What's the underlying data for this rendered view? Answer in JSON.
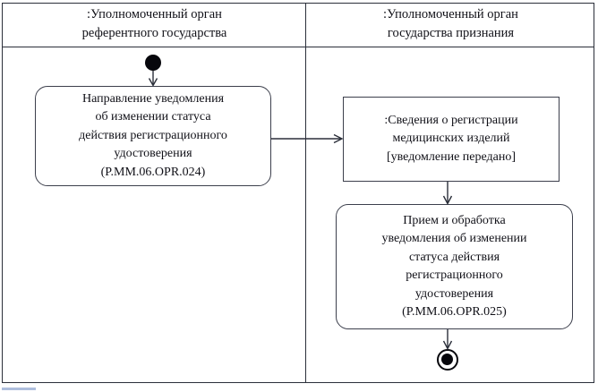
{
  "diagram": {
    "type": "uml-activity-diagram",
    "lanes": [
      {
        "id": "reference-state",
        "title": ":Уполномоченный орган референтного государства",
        "title_line1": ":Уполномоченный орган",
        "title_line2": "референтного государства"
      },
      {
        "id": "recognition-state",
        "title": ":Уполномоченный орган государства признания",
        "title_line1": ":Уполномоченный орган",
        "title_line2": "государства признания"
      }
    ],
    "nodes": {
      "initial": {
        "kind": "initial-node",
        "lane": "reference-state"
      },
      "activity_send": {
        "kind": "activity",
        "lane": "reference-state",
        "text": "Направление уведомления об изменении статуса действия регистрационного удостоверения (P.MM.06.OPR.024)",
        "lines": [
          "Направление уведомления",
          "об изменении статуса",
          "действия регистрационного",
          "удостоверения",
          "(P.MM.06.OPR.024)"
        ],
        "code": "P.MM.06.OPR.024"
      },
      "object_info": {
        "kind": "object-node",
        "lane": "recognition-state",
        "text": ":Сведения о регистрации медицинских изделий [уведомление передано]",
        "lines": [
          ":Сведения о регистрации",
          "медицинских изделий",
          "[уведомление передано]"
        ],
        "state": "[уведомление передано]"
      },
      "activity_receive": {
        "kind": "activity",
        "lane": "recognition-state",
        "text": "Прием и обработка уведомления об изменении статуса действия регистрационного удостоверения (P.MM.06.OPR.025)",
        "lines": [
          "Прием и обработка",
          "уведомления об изменении",
          "статуса действия",
          "регистрационного",
          "удостоверения",
          "(P.MM.06.OPR.025)"
        ],
        "code": "P.MM.06.OPR.025"
      },
      "final": {
        "kind": "activity-final-node",
        "lane": "recognition-state"
      }
    },
    "edges": [
      {
        "from": "initial",
        "to": "activity_send",
        "direction": "down"
      },
      {
        "from": "activity_send",
        "to": "object_info",
        "direction": "right"
      },
      {
        "from": "object_info",
        "to": "activity_receive",
        "direction": "down"
      },
      {
        "from": "activity_receive",
        "to": "final",
        "direction": "down"
      }
    ],
    "colors": {
      "line": "#2b2f3a",
      "node_border": "#3c3f4c",
      "node_fill": "#ffffff",
      "text": "#111118",
      "background": "#ffffff"
    }
  }
}
